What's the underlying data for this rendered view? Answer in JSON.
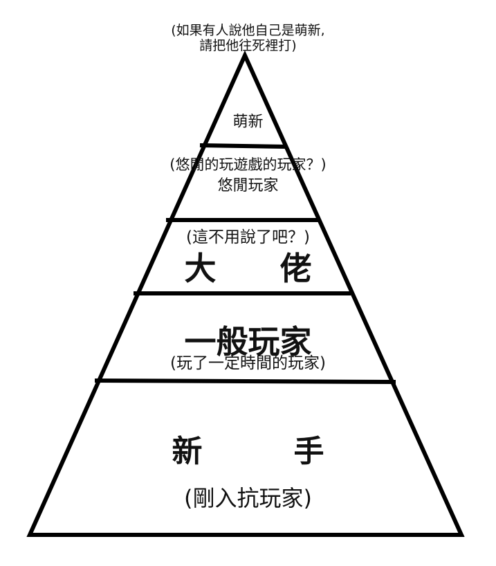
{
  "top_note": "(如果有人說他自己是萌新,\n請把他往死裡打)",
  "tiers": [
    {
      "id": "t1",
      "name": "萌新",
      "note": ""
    },
    {
      "id": "t2",
      "name": "悠閒玩家",
      "note": "(悠閒的玩遊戲的玩家？)"
    },
    {
      "id": "t3",
      "name": "大　　佬",
      "note": "(這不用說了吧？)"
    },
    {
      "id": "t4",
      "name": "一般玩家",
      "note": "(玩了一定時間的玩家)"
    },
    {
      "id": "t5",
      "name": "新　　　手",
      "note": "(剛入抗玩家)"
    }
  ]
}
